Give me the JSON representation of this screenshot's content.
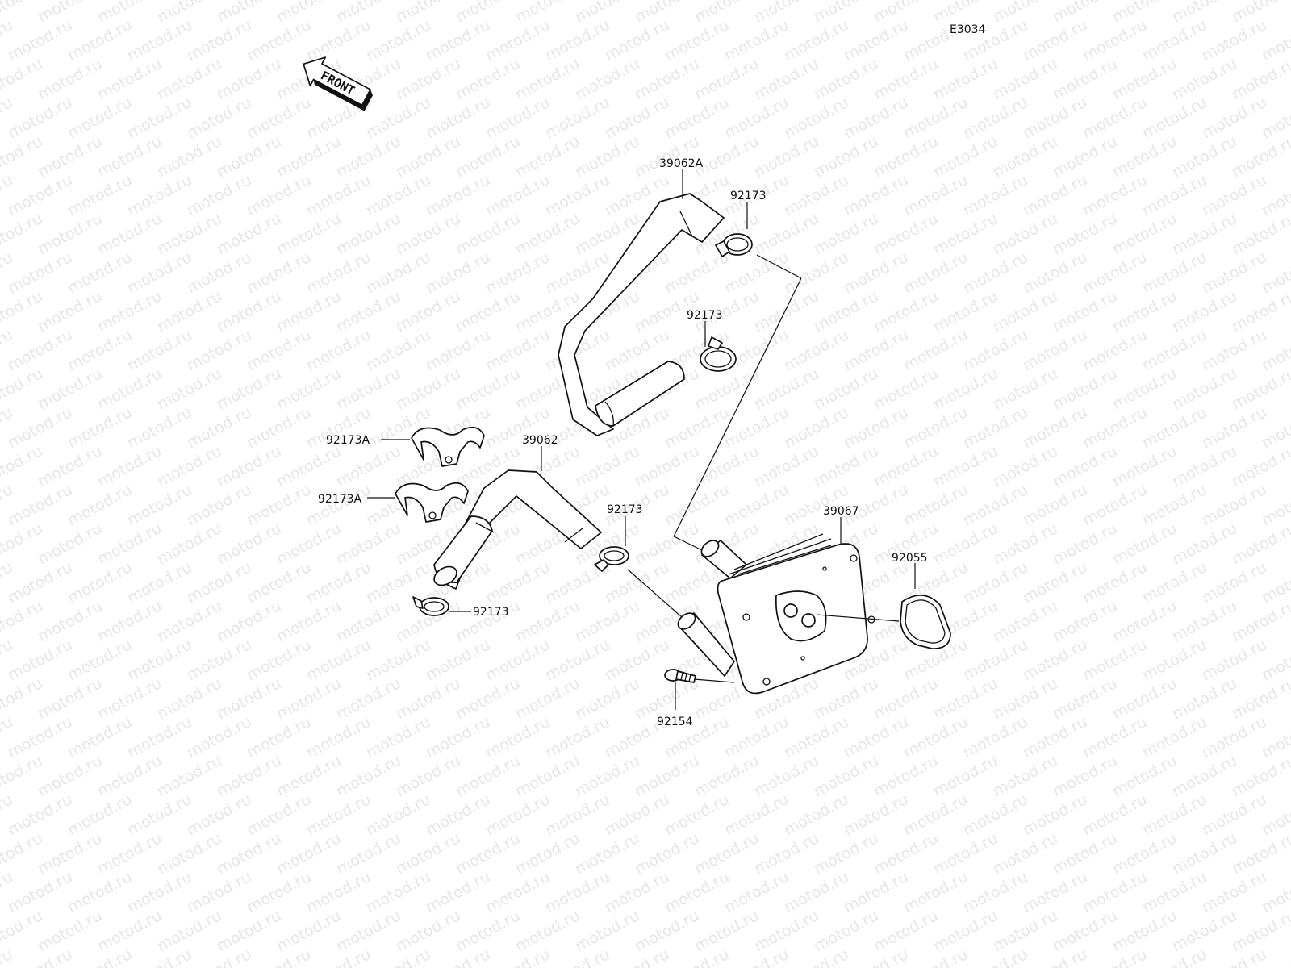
{
  "diagram_code": "E3034",
  "watermark": "motod.ru",
  "front_marker": "FRONT",
  "parts": {
    "hose_upper": "39062A",
    "clamp_upper_1": "92173",
    "clamp_upper_2": "92173",
    "clip_1": "92173A",
    "clip_2": "92173A",
    "hose_lower": "39062",
    "clamp_lower_1": "92173",
    "clamp_lower_2": "92173",
    "oil_cooler": "39067",
    "o_ring": "92055",
    "bolt": "92154"
  }
}
